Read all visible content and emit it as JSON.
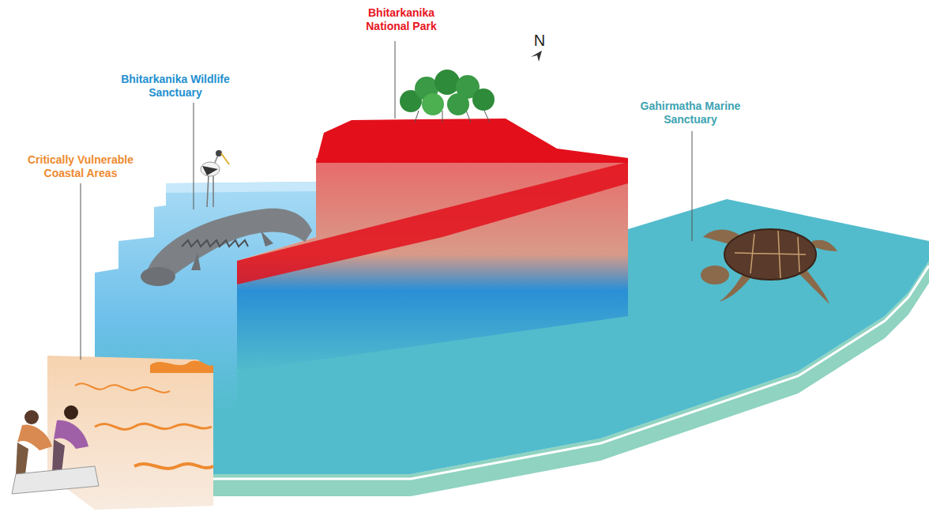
{
  "diagram": {
    "labels": [
      "Bhitarkanika National Park",
      "Bhitarkanika Wildlife Sanctuary",
      "Gahirmatha Marine Sanctuary",
      "Critically Vulnerable Coastal Areas",
      "N"
    ]
  }
}
